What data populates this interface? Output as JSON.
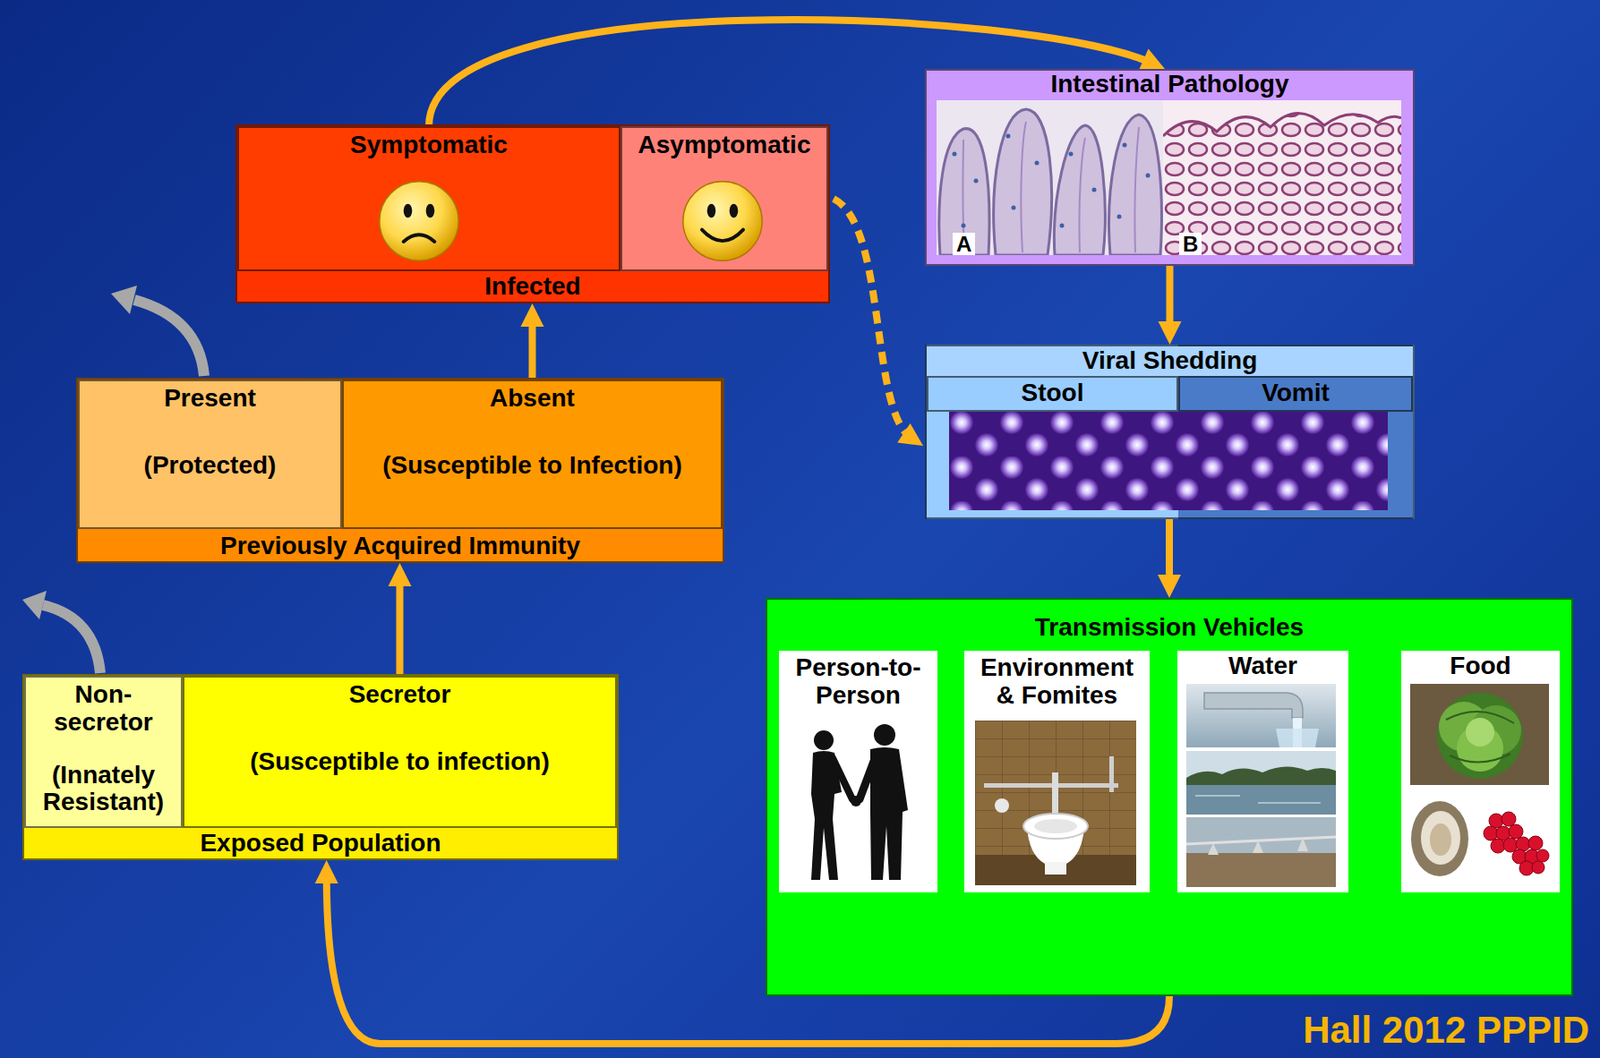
{
  "diagram": {
    "nodes": [
      {
        "text": [
          "Infected"
        ]
      },
      {
        "text": [
          "Symptomatic"
        ],
        "in": 0
      },
      {
        "text": [
          "Asymptomatic"
        ],
        "in": 0
      },
      {
        "text": [
          "Intestinal Pathology",
          "A",
          "B"
        ]
      },
      {
        "text": [
          "Previously Acquired Immunity"
        ]
      },
      {
        "text": [
          "Present",
          "(Protected)"
        ],
        "in": 4
      },
      {
        "text": [
          "Absent",
          "(Susceptible to Infection)"
        ],
        "in": 4
      },
      {
        "text": [
          "Viral Shedding"
        ]
      },
      {
        "text": [
          "Stool"
        ],
        "in": 7
      },
      {
        "text": [
          "Vomit"
        ],
        "in": 7
      },
      {
        "text": [
          "Transmission Vehicles"
        ]
      },
      {
        "text": [
          "Person-to- Person"
        ],
        "in": 10
      },
      {
        "text": [
          "Environment & Fomites"
        ],
        "in": 10
      },
      {
        "text": [
          "Water"
        ],
        "in": 10
      },
      {
        "text": [
          "Food"
        ],
        "in": 10
      },
      {
        "text": [
          "Exposed Population"
        ]
      },
      {
        "text": [
          "Non- secretor",
          "(Innately Resistant)"
        ],
        "in": 15
      },
      {
        "text": [
          "Secretor",
          "(Susceptible to infection)"
        ],
        "in": 15
      }
    ],
    "edges": [
      {
        "from": 1,
        "to": 3,
        "arrow": "to"
      },
      {
        "from": 2,
        "to": 7,
        "arrow": "to"
      },
      {
        "from": 3,
        "to": 7,
        "arrow": "to"
      },
      {
        "from": 7,
        "to": 10,
        "arrow": "to"
      },
      {
        "from": 13,
        "to": 14,
        "arrow": "to"
      },
      {
        "from": 10,
        "to": 15,
        "arrow": "to"
      },
      {
        "from": 17,
        "to": 4,
        "arrow": "to"
      },
      {
        "from": 6,
        "to": 0,
        "arrow": "to"
      }
    ],
    "labels": [
      "Hall 2012 PPPID"
    ]
  }
}
